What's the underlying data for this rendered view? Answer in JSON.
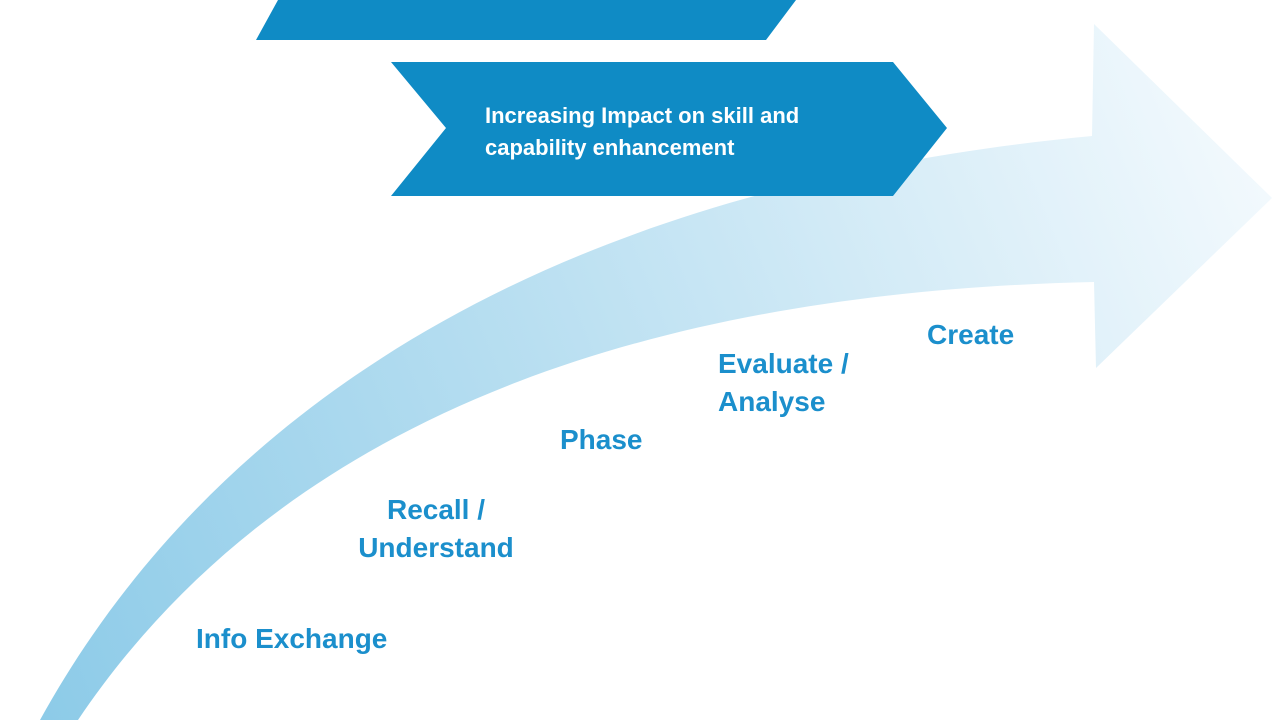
{
  "diagram": {
    "banners": [
      {
        "id": "top-partial",
        "text": ""
      },
      {
        "id": "impact",
        "lines": [
          "Increasing Impact on skill and",
          "capability enhancement"
        ]
      }
    ],
    "stages": {
      "info_exchange": [
        "Info Exchange"
      ],
      "recall": [
        "Recall /",
        "Understand"
      ],
      "phase": [
        "Phase"
      ],
      "evaluate": [
        "Evaluate /",
        "Analyse"
      ],
      "create": [
        "Create"
      ]
    }
  },
  "colors": {
    "banner": "#0f8bc5",
    "label": "#1b8fcc",
    "arrow_strong": "#8dcbe8",
    "arrow_light": "#f2f9fd"
  }
}
